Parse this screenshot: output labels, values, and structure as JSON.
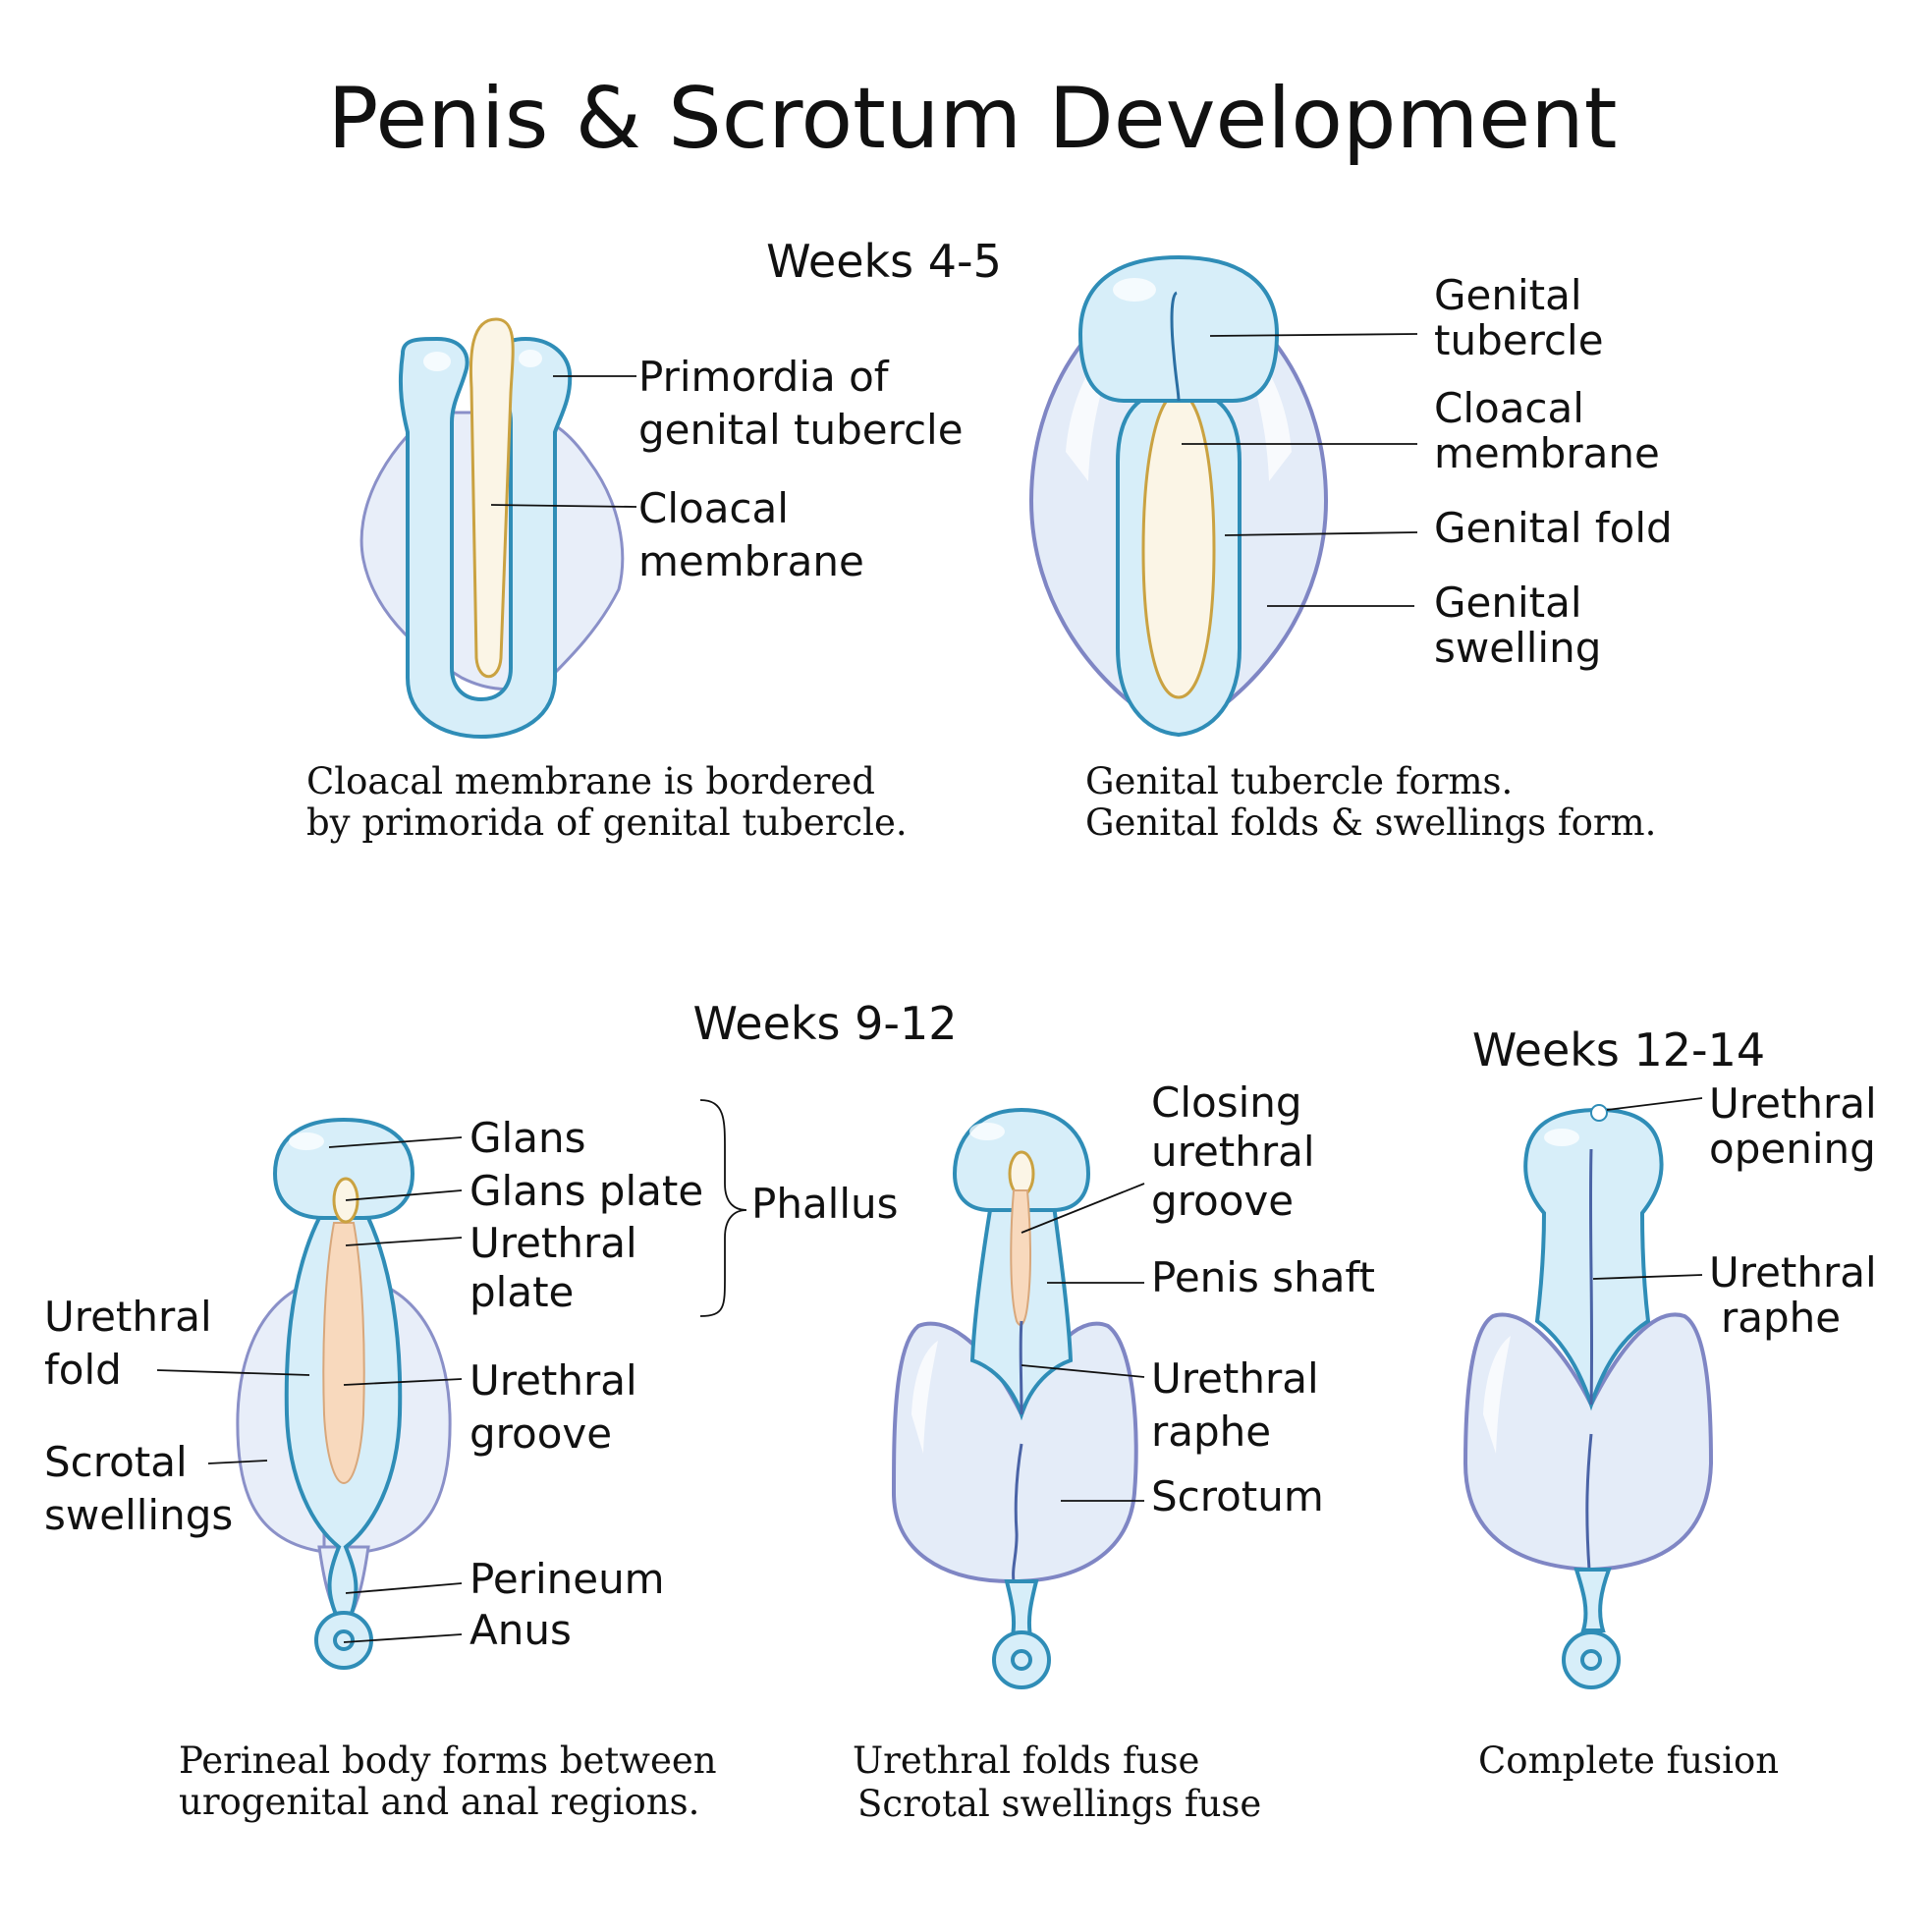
{
  "title": "Penis & Scrotum Development",
  "stages": [
    {
      "label": "Weeks 4-5",
      "panels": [
        {
          "labels": [
            {
              "line1": "Primordia of",
              "line2": "genital tubercle"
            },
            {
              "line1": "Cloacal",
              "line2": "membrane"
            }
          ],
          "caption": {
            "line1": "Cloacal membrane is bordered",
            "line2": "by primorida of genital tubercle."
          }
        },
        {
          "labels": [
            {
              "line1": "Genital",
              "line2": "tubercle"
            },
            {
              "line1": "Cloacal",
              "line2": "membrane"
            },
            {
              "line1": "Genital fold"
            },
            {
              "line1": "Genital",
              "line2": "swelling"
            }
          ],
          "caption": {
            "line1": "Genital tubercle forms.",
            "line2": "Genital folds & swellings form."
          }
        }
      ]
    },
    {
      "label": "Weeks 9-12",
      "panels": [
        {
          "labels": [
            {
              "line1": "Glans"
            },
            {
              "line1": "Glans plate"
            },
            {
              "line1": "Urethral",
              "line2": "plate"
            },
            {
              "line1": "Urethral",
              "line2": "groove"
            },
            {
              "line1": "Urethral",
              "line2": "fold"
            },
            {
              "line1": "Scrotal",
              "line2": "swellings"
            },
            {
              "line1": "Perineum"
            },
            {
              "line1": "Anus"
            }
          ],
          "bracket_label": "Phallus",
          "caption": {
            "line1": "Perineal body forms between",
            "line2": "urogenital and anal regions."
          }
        },
        {
          "labels": [
            {
              "line1": "Closing",
              "line2": "urethral",
              "line3": "groove"
            },
            {
              "line1": "Penis shaft"
            },
            {
              "line1": "Urethral",
              "line2": "raphe"
            },
            {
              "line1": "Scrotum"
            }
          ],
          "caption": {
            "line1": "Urethral folds fuse",
            "line2": "Scrotal swellings fuse"
          }
        }
      ]
    },
    {
      "label": "Weeks 12-14",
      "panels": [
        {
          "labels": [
            {
              "line1": "Urethral",
              "line2": "opening"
            },
            {
              "line1": "Urethral",
              "line2": "raphe"
            }
          ],
          "caption": {
            "line1": "Complete fusion"
          }
        }
      ]
    }
  ],
  "colors": {
    "skin_fill": "#d7eef9",
    "skin_outline": "#2f8db7",
    "swelling_fill": "#e4ecf8",
    "swelling_outline": "#7f86c4",
    "membrane_fill": "#fbf5e6",
    "urethral_plate_fill": "#f8d9bd"
  }
}
